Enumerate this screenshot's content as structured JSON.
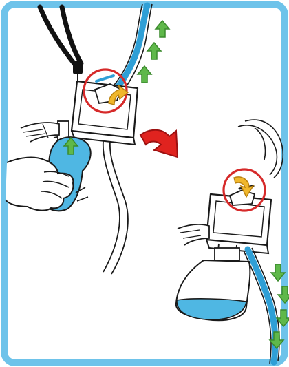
{
  "colors": {
    "frame": "#6ec3ea",
    "ink": "#1a1a1a",
    "tube": "#2f9fd6",
    "liquid": "#4fb7e3",
    "flow_arrow": "#5fb84a",
    "flow_arrow_edge": "#3a8a2c",
    "turn_arrow": "#f0b72c",
    "turn_arrow_edge": "#b9800f",
    "highlight_circle": "#d62a2a",
    "step_arrow": "#e0231f",
    "step_arrow_edge": "#9c1010",
    "skin": "#ffffff",
    "lanyard": "#111111"
  },
  "icons": {
    "step_arrow": "curved-down-right-arrow",
    "flow_arrow": "up-arrow",
    "turn_arrow": "curved-rotate-arrow",
    "highlight": "red-circle"
  },
  "panels": {
    "first": {
      "description_icons": [
        "lanyard-icon",
        "pump-device-icon",
        "hand-squeeze-bulb-icon",
        "tube-icon"
      ]
    },
    "second": {
      "description_icons": [
        "pump-device-icon",
        "collection-bottle-icon",
        "tube-icon"
      ]
    }
  }
}
